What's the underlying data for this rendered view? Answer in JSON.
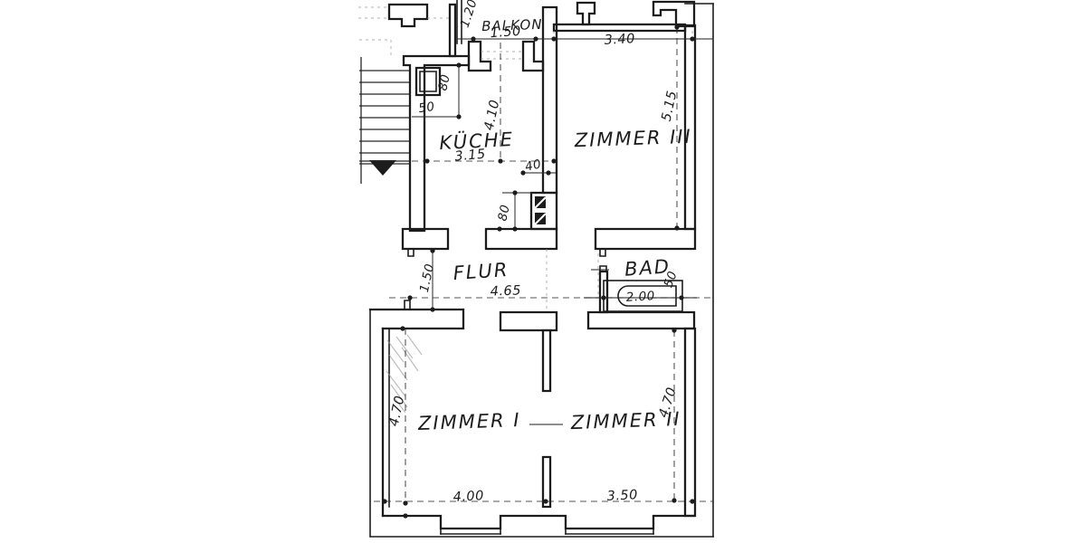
{
  "ink_color": "#1c1c1c",
  "drawing": "apartment-floor-plan-scan",
  "rooms": {
    "balkon": "BALKON",
    "kueche": "KÜCHE",
    "zimmer3": "ZIMMER III",
    "flur": "FLUR",
    "bad": "BAD",
    "zimmer1": "ZIMMER I",
    "zimmer2": "ZIMMER II"
  },
  "dims": {
    "balkon_width": "1.50",
    "balkon_depth": "1.20",
    "shaft_height": "80",
    "shaft_offset": "50",
    "kueche_height": "4.10",
    "kueche_width": "3.15",
    "flue_width": "40",
    "flue_height": "80",
    "zimmer3_width": "3.40",
    "zimmer3_height": "5.15",
    "flur_width": "1.50",
    "flur_length": "4.65",
    "bathtub_length": "2.00",
    "bad_wall": "50",
    "zimmer1_height": "4.70",
    "zimmer2_height": "4.70",
    "zimmer1_width": "4.00",
    "zimmer2_width": "3.50"
  }
}
